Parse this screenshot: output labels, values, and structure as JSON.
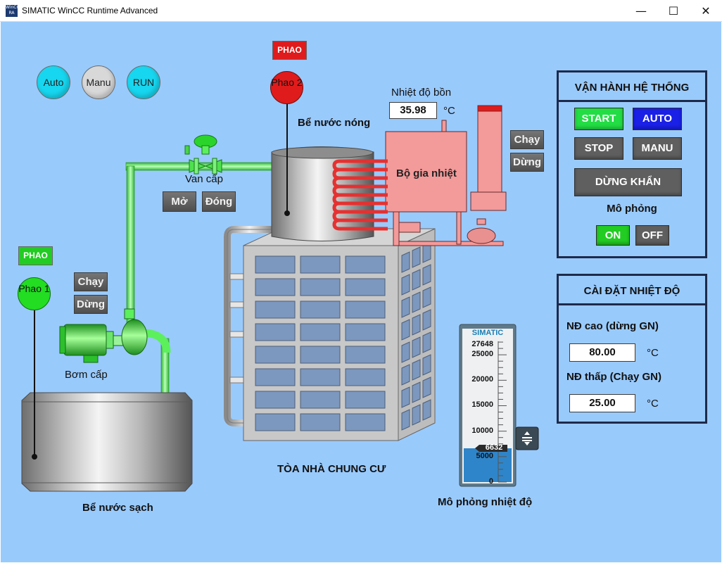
{
  "window": {
    "title": "SIMATIC WinCC Runtime Advanced",
    "icon_text": "WinCC RA",
    "min_glyph": "—",
    "max_glyph": "☐",
    "close_glyph": "✕"
  },
  "mode_buttons": {
    "auto": "Auto",
    "manu": "Manu",
    "run": "RUN"
  },
  "float_tags": {
    "top_label": "PHAO",
    "left_label": "PHAO"
  },
  "floats": {
    "float2": "Phao 2",
    "float1": "Phao 1"
  },
  "labels": {
    "hot_tank": "Bể nước nóng",
    "supply_valve": "Van cấp",
    "supply_pump": "Bơm cấp",
    "clean_tank": "Bể nước sạch",
    "building": "TÒA NHÀ CHUNG CƯ",
    "heater": "Bộ gia nhiệt",
    "tank_temp_title": "Nhiệt độ bồn",
    "tank_temp_unit": "°C",
    "temp_sim": "Mô phỏng nhiệt độ"
  },
  "tank_temperature": "35.98",
  "valve_buttons": {
    "open": "Mở",
    "close": "Đóng"
  },
  "pump_buttons": {
    "run": "Chạy",
    "stop": "Dừng"
  },
  "heater_buttons": {
    "run": "Chạy",
    "stop": "Dừng"
  },
  "control_panel": {
    "title": "VẬN HÀNH HỆ THỐNG",
    "start": "START",
    "auto": "AUTO",
    "stop": "STOP",
    "manu": "MANU",
    "emergency": "DỪNG KHẨN",
    "sim_label": "Mô phỏng",
    "on": "ON",
    "off": "OFF"
  },
  "temp_panel": {
    "title": "CÀI ĐẶT NHIỆT ĐỘ",
    "high_label": "NĐ cao (dừng GN)",
    "high_value": "80.00",
    "low_label": "NĐ thấp (Chạy GN)",
    "low_value": "25.00",
    "unit": "°C"
  },
  "slider": {
    "brand": "SIMATIC",
    "max_label": "27648",
    "ticks": [
      "25000",
      "20000",
      "15000",
      "10000",
      "5000",
      "0"
    ],
    "value": 6632,
    "value_label": "6632",
    "max": 27648
  },
  "colors": {
    "background": "#99cafc",
    "float_active_red": "#e01b1b",
    "float_active_green": "#22dd22",
    "pipe_green": "#5cf05c",
    "heater_pink": "#f39a9a",
    "auto_cyan": "#17d6ef",
    "start_green": "#22dd44",
    "auto_blue": "#1a20e6",
    "slider_fill": "#2f85c9"
  }
}
